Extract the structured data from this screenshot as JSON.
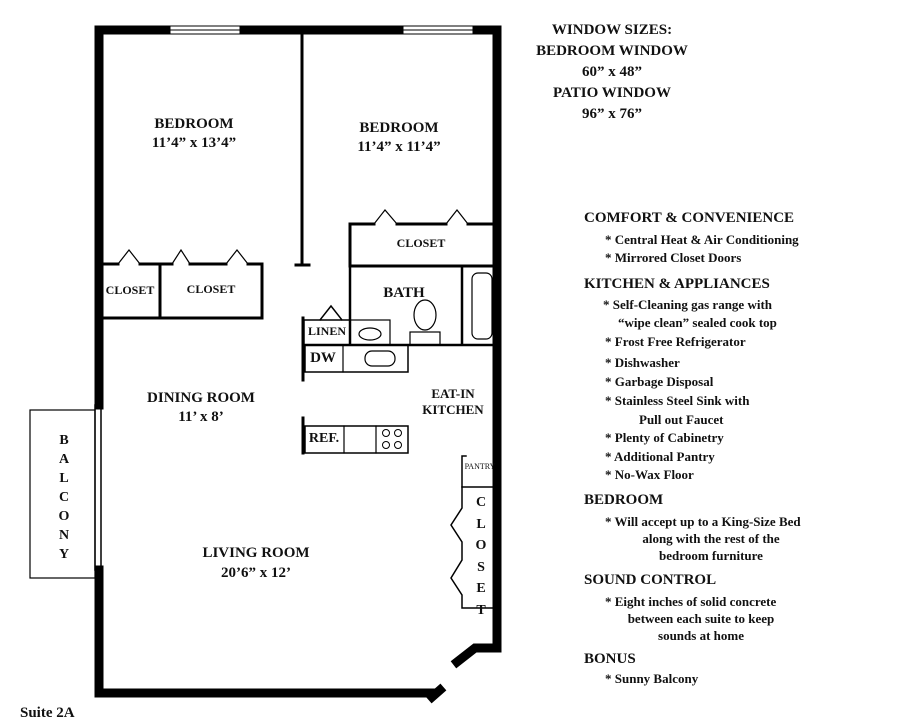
{
  "window_sizes": {
    "title": "WINDOW SIZES:",
    "bedroom_label": "BEDROOM WINDOW",
    "bedroom_size": "60” x 48”",
    "patio_label": "PATIO WINDOW",
    "patio_size": "96” x 76”"
  },
  "rooms": {
    "bedroom1": {
      "name": "BEDROOM",
      "size": "11’4” x 13’4”"
    },
    "bedroom2": {
      "name": "BEDROOM",
      "size": "11’4” x 11’4”"
    },
    "dining": {
      "name": "DINING ROOM",
      "size": "11’ x 8’"
    },
    "living": {
      "name": "LIVING ROOM",
      "size": "20’6” x 12’"
    },
    "kitchen": {
      "line1": "EAT-IN",
      "line2": "KITCHEN"
    },
    "bath": "BATH",
    "closet": "CLOSET",
    "linen": "LINEN",
    "dw": "DW",
    "ref": "REF.",
    "pantry": "PANTRY",
    "closet_vertical": [
      "C",
      "L",
      "O",
      "S",
      "E",
      "T"
    ],
    "balcony_vertical": [
      "B",
      "A",
      "L",
      "C",
      "O",
      "N",
      "Y"
    ]
  },
  "suite": "Suite 2A",
  "features": [
    {
      "heading": "COMFORT & CONVENIENCE",
      "items": [
        "* Central Heat & Air Conditioning",
        "* Mirrored Closet Doors"
      ]
    },
    {
      "heading": "KITCHEN & APPLIANCES",
      "items": [
        "* Self-Cleaning gas range with",
        "“wipe clean” sealed cook top",
        "* Frost Free Refrigerator",
        "* Dishwasher",
        "* Garbage Disposal",
        "* Stainless Steel Sink with",
        "Pull out Faucet",
        "* Plenty of Cabinetry",
        "* Additional Pantry",
        "* No-Wax Floor"
      ]
    },
    {
      "heading": "BEDROOM",
      "items": [
        "* Will accept up to a King-Size Bed",
        "along with the rest of the",
        "bedroom furniture"
      ]
    },
    {
      "heading": "SOUND CONTROL",
      "items": [
        "* Eight inches of solid concrete",
        "between each suite to keep",
        "sounds at home"
      ]
    },
    {
      "heading": "BONUS",
      "items": [
        "* Sunny Balcony"
      ]
    }
  ]
}
